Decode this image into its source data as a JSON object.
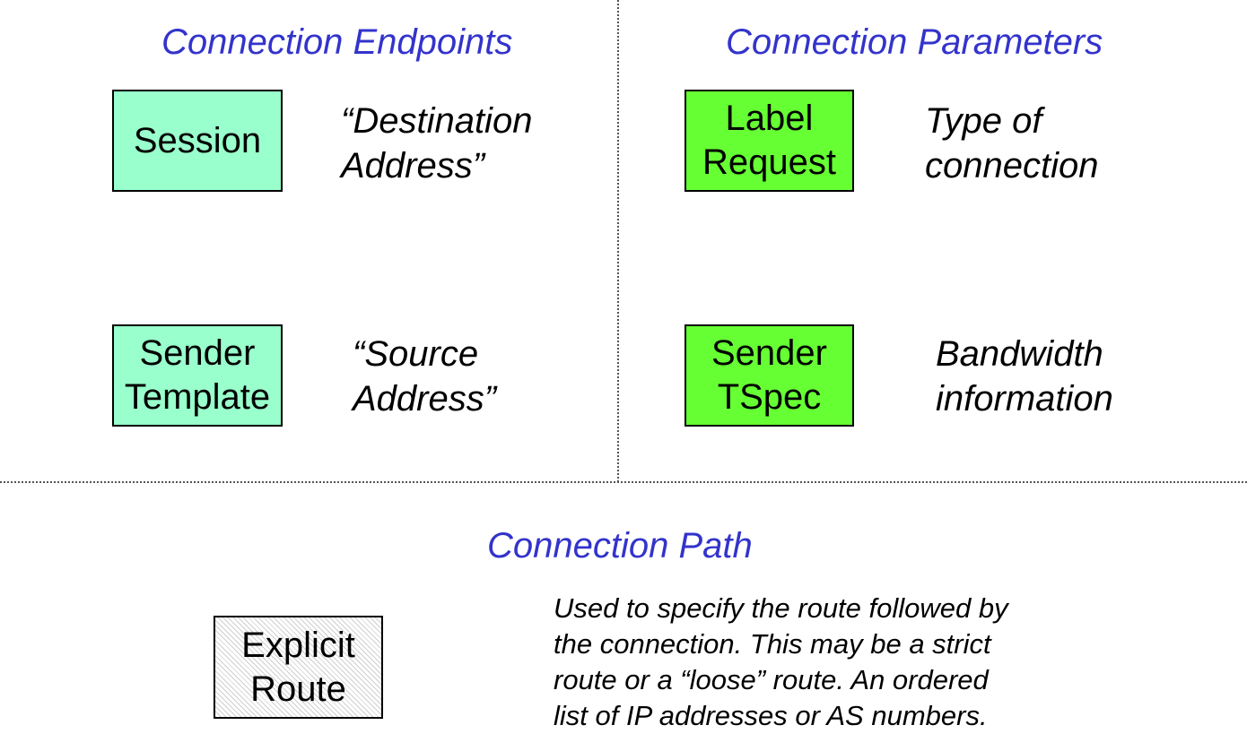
{
  "colors": {
    "heading": "#3333cc",
    "endpoint_box_fill": "#99ffcc",
    "parameter_box_fill": "#66ff33",
    "path_box_fill": "hatched-grey"
  },
  "sections": {
    "endpoints": {
      "heading": "Connection Endpoints",
      "items": [
        {
          "box_label": "Session",
          "description": "“Destination\nAddress”"
        },
        {
          "box_label": "Sender\nTemplate",
          "description": "“Source\nAddress”"
        }
      ]
    },
    "parameters": {
      "heading": "Connection Parameters",
      "items": [
        {
          "box_label": "Label\nRequest",
          "description": "Type of\nconnection"
        },
        {
          "box_label": "Sender\nTSpec",
          "description": "Bandwidth\ninformation"
        }
      ]
    },
    "path": {
      "heading": "Connection Path",
      "items": [
        {
          "box_label": "Explicit\nRoute",
          "description": "Used to specify the route followed by\nthe connection. This may be a strict\nroute or a “loose” route. An ordered\nlist of IP addresses or AS numbers."
        }
      ]
    }
  }
}
